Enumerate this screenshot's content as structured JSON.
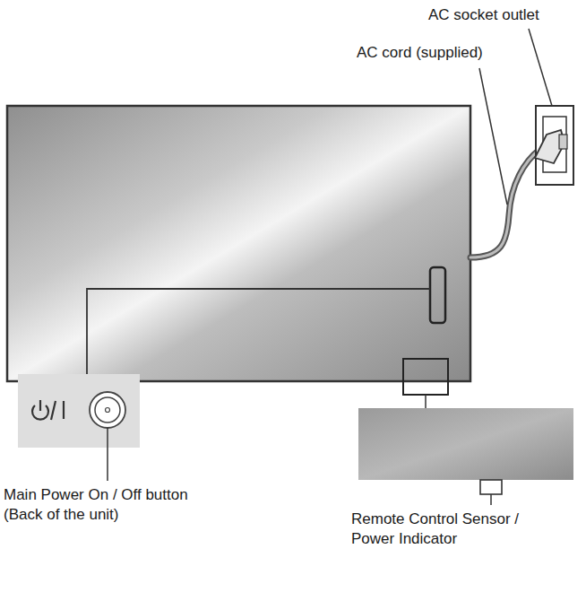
{
  "diagram": {
    "labels": [
      "AC socket outlet",
      "AC cord (supplied)",
      "Main Power On / Off button (Back of the unit)",
      "Remote Control Sensor / Power Indicator"
    ]
  }
}
